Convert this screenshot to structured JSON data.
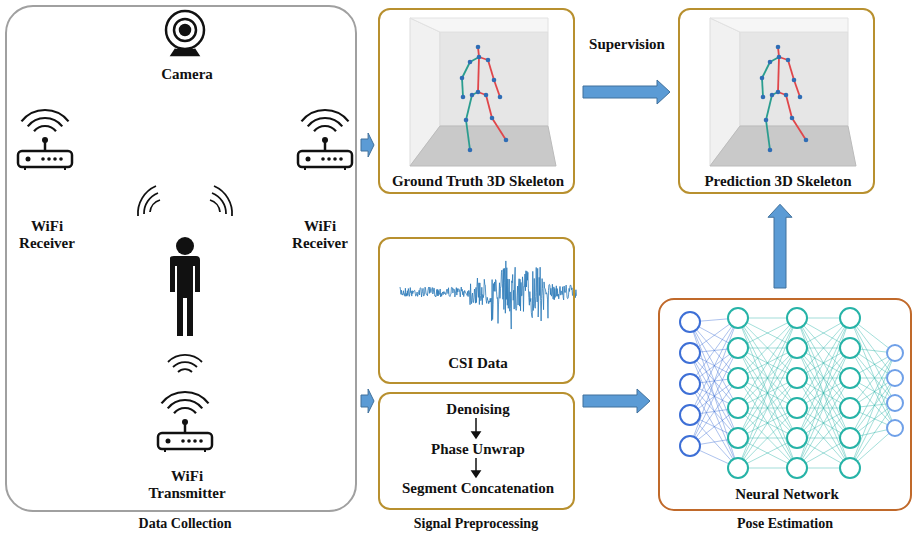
{
  "diagram": {
    "nodes": [
      {
        "text": [
          "Camera",
          "WiFi Receiver",
          "WiFi Receiver",
          "WiFi Transmitter"
        ]
      },
      {
        "text": [
          "Ground Truth 3D Skeleton"
        ]
      },
      {
        "text": [
          "Prediction 3D Skeleton"
        ]
      },
      {
        "text": [
          "CSI Data"
        ]
      },
      {
        "text": [
          "Denoising",
          "Phase Unwrap",
          "Segment Concatenation"
        ]
      },
      {
        "text": [
          "Neural Network"
        ]
      }
    ],
    "edges": [
      {
        "from": 0,
        "to": 1,
        "arrow": "to"
      },
      {
        "from": 1,
        "to": 2,
        "arrow": "to",
        "label": "Supervision"
      },
      {
        "from": 0,
        "to": 4,
        "arrow": "to"
      },
      {
        "from": 4,
        "to": 5,
        "arrow": "to"
      },
      {
        "from": 5,
        "to": 2,
        "arrow": "to"
      }
    ],
    "labels": [
      "Data Collection",
      "Signal Preprocessing",
      "Pose Estimation"
    ]
  }
}
